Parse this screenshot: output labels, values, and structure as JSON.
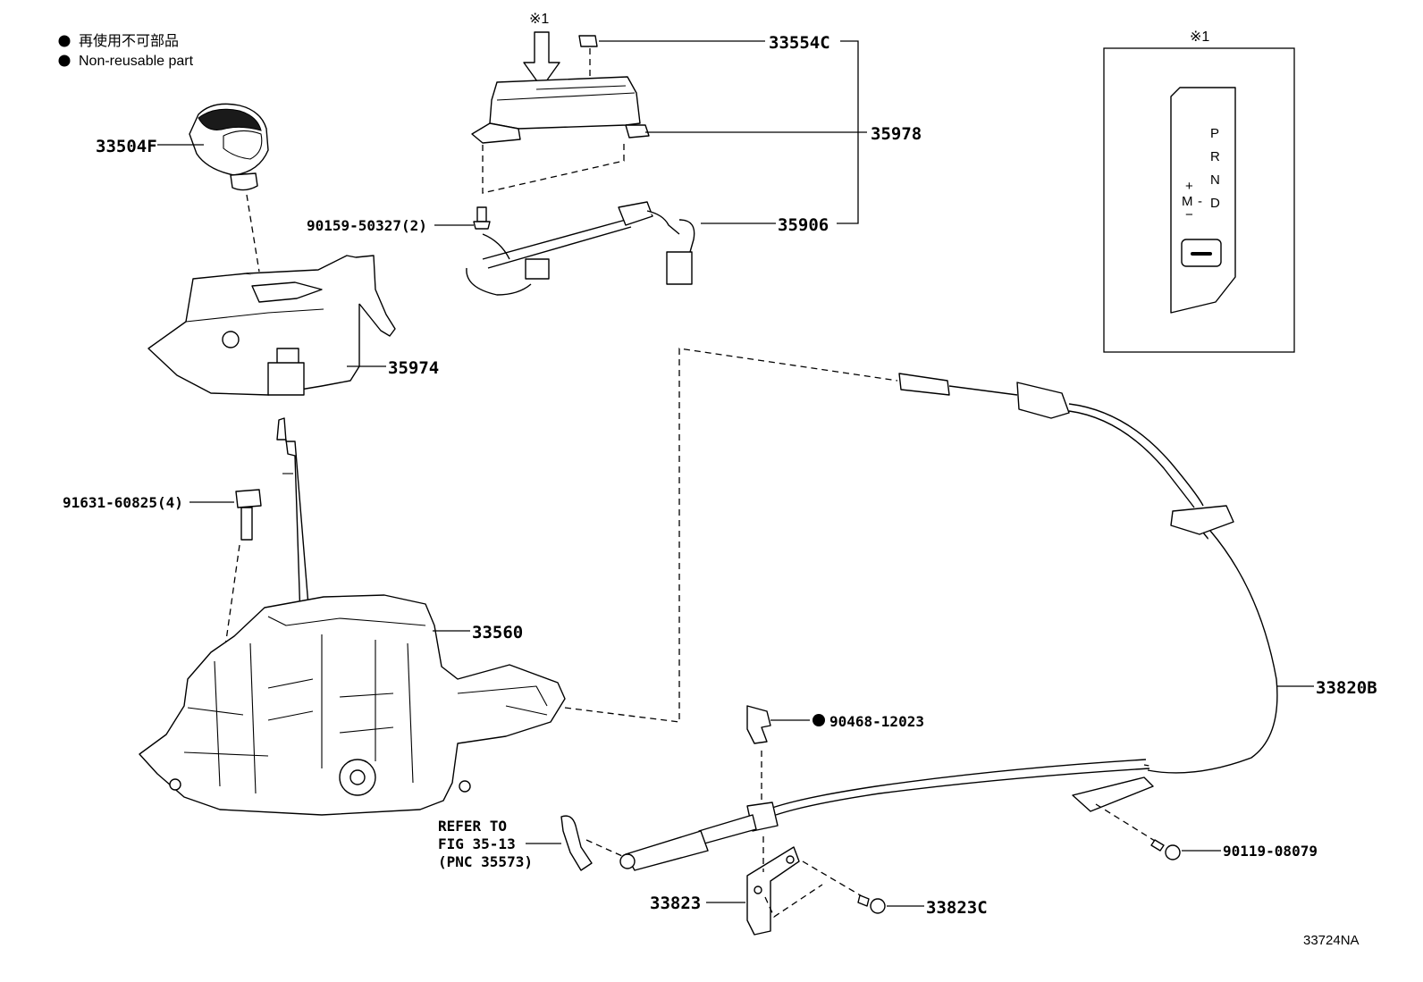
{
  "legend": {
    "line1": "再使用不可部品",
    "line2": "Non-reusable part"
  },
  "marker": "※1",
  "inset": {
    "marker": "※1",
    "gears": [
      "P",
      "R",
      "N",
      "D"
    ],
    "mode_plus": "+",
    "mode_m": "M",
    "mode_minus": "−",
    "mode_dash": "-"
  },
  "parts": {
    "p33504F": "33504F",
    "p33554C": "33554C",
    "p35978": "35978",
    "p90159": "90159-50327(2)",
    "p35906": "35906",
    "p35974": "35974",
    "p91631": "91631-60825(4)",
    "p33560": "33560",
    "p33820B": "33820B",
    "p90468": "90468-12023",
    "p90119": "90119-08079",
    "p33823": "33823",
    "p33823C": "33823C"
  },
  "refer": {
    "line1": "REFER TO",
    "line2": "FIG 35-13",
    "line3": "(PNC 35573)"
  },
  "diagram_code": "33724NA"
}
